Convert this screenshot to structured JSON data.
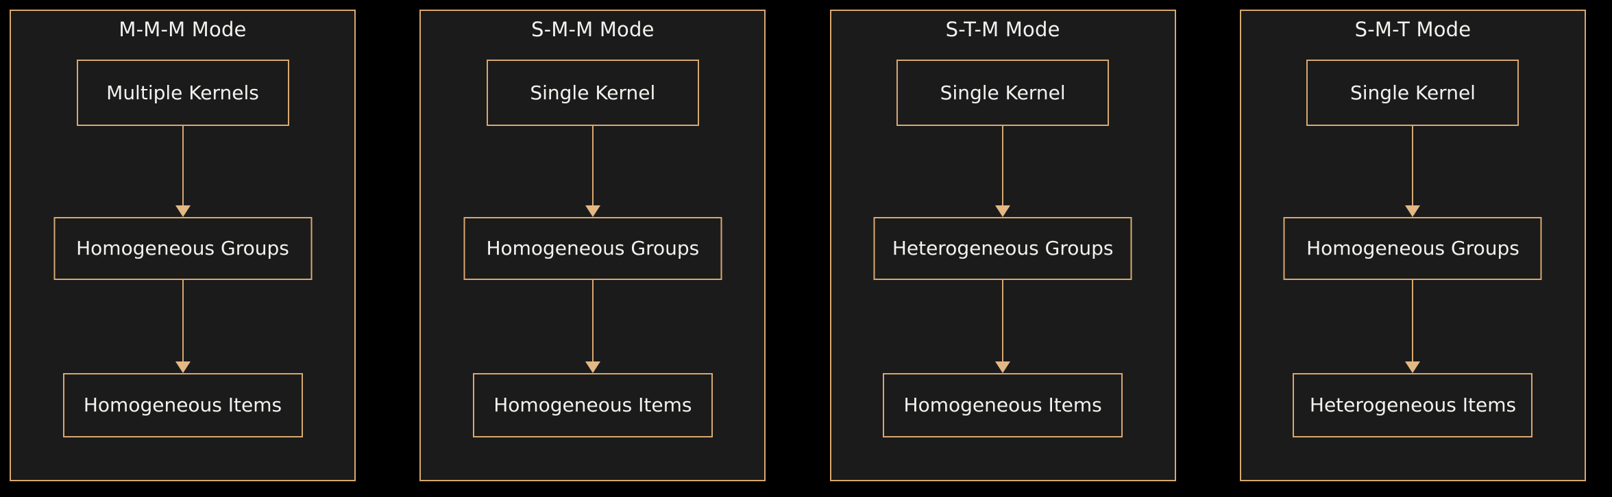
{
  "theme": {
    "background": "#000000",
    "panel_fill": "#1b1b1b",
    "accent_border": "#d8a870",
    "arrow_color": "#e4b884",
    "text_color": "#f2f2ef"
  },
  "diagram": {
    "type": "flowchart-grid",
    "panel_count": 4,
    "levels": [
      "Kernel",
      "Groups",
      "Items"
    ],
    "panels": [
      {
        "title": "M-M-M Mode",
        "nodes": [
          {
            "label": "Multiple Kernels",
            "level": 0,
            "size": "w-kernel"
          },
          {
            "label": "Homogeneous Groups",
            "level": 1,
            "size": "w-groups"
          },
          {
            "label": "Homogeneous Items",
            "level": 2,
            "size": "w-items"
          }
        ],
        "edges": [
          {
            "from": "Multiple Kernels",
            "to": "Homogeneous Groups",
            "style": "arrow-down"
          },
          {
            "from": "Homogeneous Groups",
            "to": "Homogeneous Items",
            "style": "arrow-down"
          }
        ]
      },
      {
        "title": "S-M-M Mode",
        "nodes": [
          {
            "label": "Single Kernel",
            "level": 0,
            "size": "w-kernel"
          },
          {
            "label": "Homogeneous Groups",
            "level": 1,
            "size": "w-groups"
          },
          {
            "label": "Homogeneous Items",
            "level": 2,
            "size": "w-items"
          }
        ],
        "edges": [
          {
            "from": "Single Kernel",
            "to": "Homogeneous Groups",
            "style": "arrow-down"
          },
          {
            "from": "Homogeneous Groups",
            "to": "Homogeneous Items",
            "style": "arrow-down"
          }
        ]
      },
      {
        "title": "S-T-M Mode",
        "nodes": [
          {
            "label": "Single Kernel",
            "level": 0,
            "size": "w-kernel"
          },
          {
            "label": "Heterogeneous Groups",
            "level": 1,
            "size": "w-groups"
          },
          {
            "label": "Homogeneous Items",
            "level": 2,
            "size": "w-items"
          }
        ],
        "edges": [
          {
            "from": "Single Kernel",
            "to": "Heterogeneous Groups",
            "style": "arrow-down"
          },
          {
            "from": "Heterogeneous Groups",
            "to": "Homogeneous Items",
            "style": "arrow-down"
          }
        ]
      },
      {
        "title": "S-M-T Mode",
        "nodes": [
          {
            "label": "Single Kernel",
            "level": 0,
            "size": "w-kernel"
          },
          {
            "label": "Homogeneous Groups",
            "level": 1,
            "size": "w-groups"
          },
          {
            "label": "Heterogeneous Items",
            "level": 2,
            "size": "w-items"
          }
        ],
        "edges": [
          {
            "from": "Single Kernel",
            "to": "Homogeneous Groups",
            "style": "arrow-down"
          },
          {
            "from": "Homogeneous Groups",
            "to": "Heterogeneous Items",
            "style": "arrow-down"
          }
        ]
      }
    ]
  }
}
